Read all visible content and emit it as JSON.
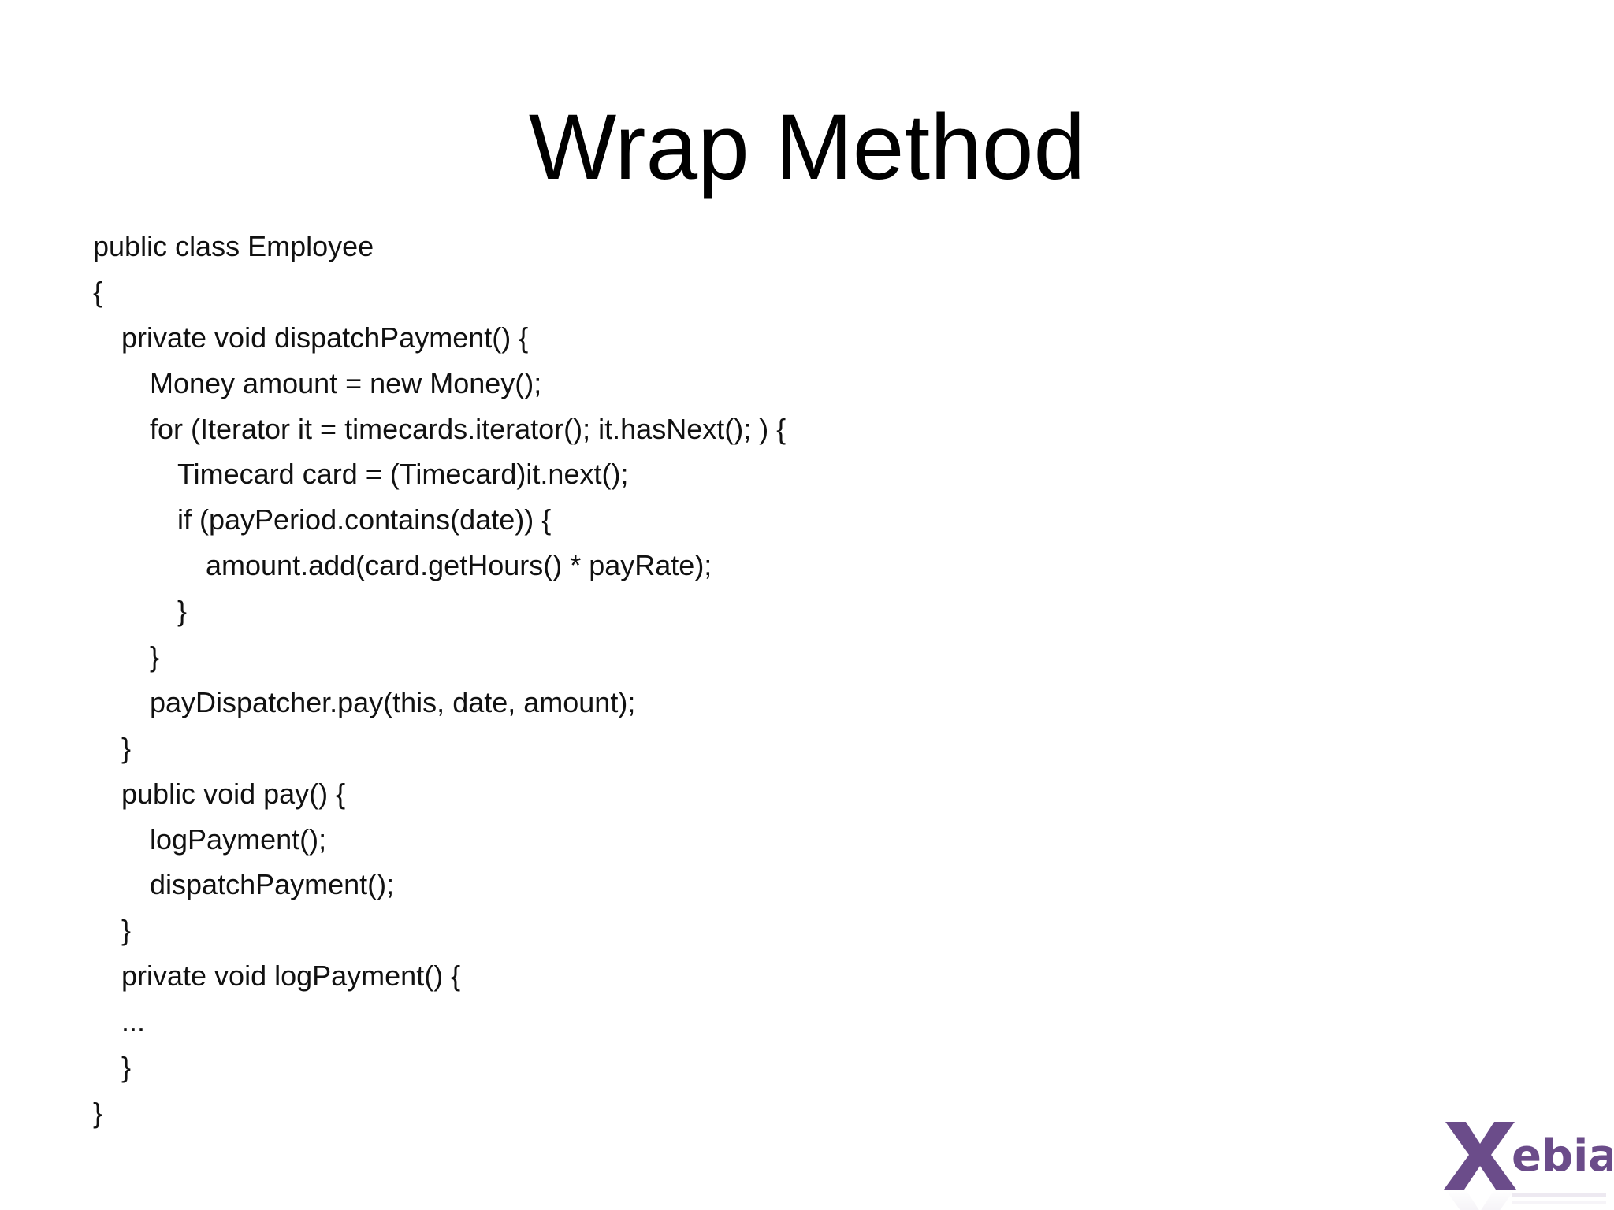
{
  "slide": {
    "title": "Wrap Method",
    "code_lines": [
      {
        "indent": 0,
        "text": "public class Employee"
      },
      {
        "indent": 0,
        "text": "{"
      },
      {
        "indent": 1,
        "text": "private void dispatchPayment() {"
      },
      {
        "indent": 2,
        "text": "Money amount = new Money();"
      },
      {
        "indent": 2,
        "text": "for (Iterator it = timecards.iterator(); it.hasNext(); ) {"
      },
      {
        "indent": 3,
        "text": "Timecard card = (Timecard)it.next();"
      },
      {
        "indent": 3,
        "text": "if (payPeriod.contains(date)) {"
      },
      {
        "indent": 4,
        "text": "amount.add(card.getHours() * payRate);"
      },
      {
        "indent": 3,
        "text": "}"
      },
      {
        "indent": 2,
        "text": "}"
      },
      {
        "indent": 2,
        "text": "payDispatcher.pay(this, date, amount);"
      },
      {
        "indent": 1,
        "text": "}"
      },
      {
        "indent": 1,
        "text": "public void pay() {"
      },
      {
        "indent": 2,
        "text": "logPayment();"
      },
      {
        "indent": 2,
        "text": "dispatchPayment();"
      },
      {
        "indent": 1,
        "text": "}"
      },
      {
        "indent": 1,
        "text": "private void logPayment() {"
      },
      {
        "indent": 1,
        "text": "..."
      },
      {
        "indent": 1,
        "text": "}"
      },
      {
        "indent": 0,
        "text": "}"
      }
    ]
  },
  "logo": {
    "text": "Xebia",
    "icon": "xebia-logo-icon",
    "color": "#6b4c8a"
  }
}
